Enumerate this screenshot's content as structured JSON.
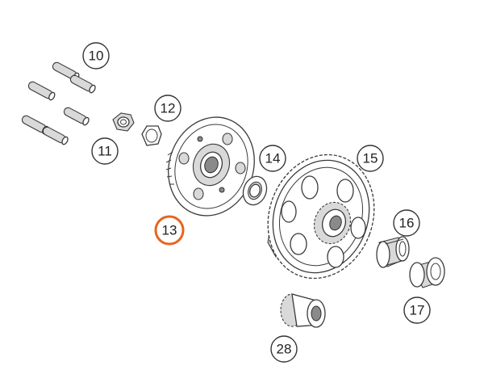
{
  "callouts": [
    {
      "id": "c10",
      "label": "10"
    },
    {
      "id": "c11",
      "label": "11"
    },
    {
      "id": "c12",
      "label": "12"
    },
    {
      "id": "c13",
      "label": "13",
      "highlighted": true
    },
    {
      "id": "c14",
      "label": "14"
    },
    {
      "id": "c15",
      "label": "15"
    },
    {
      "id": "c16",
      "label": "16"
    },
    {
      "id": "c17",
      "label": "17"
    },
    {
      "id": "c28",
      "label": "28"
    }
  ],
  "colors": {
    "highlight": "#e8641e",
    "line": "#333333",
    "background": "#ffffff"
  }
}
